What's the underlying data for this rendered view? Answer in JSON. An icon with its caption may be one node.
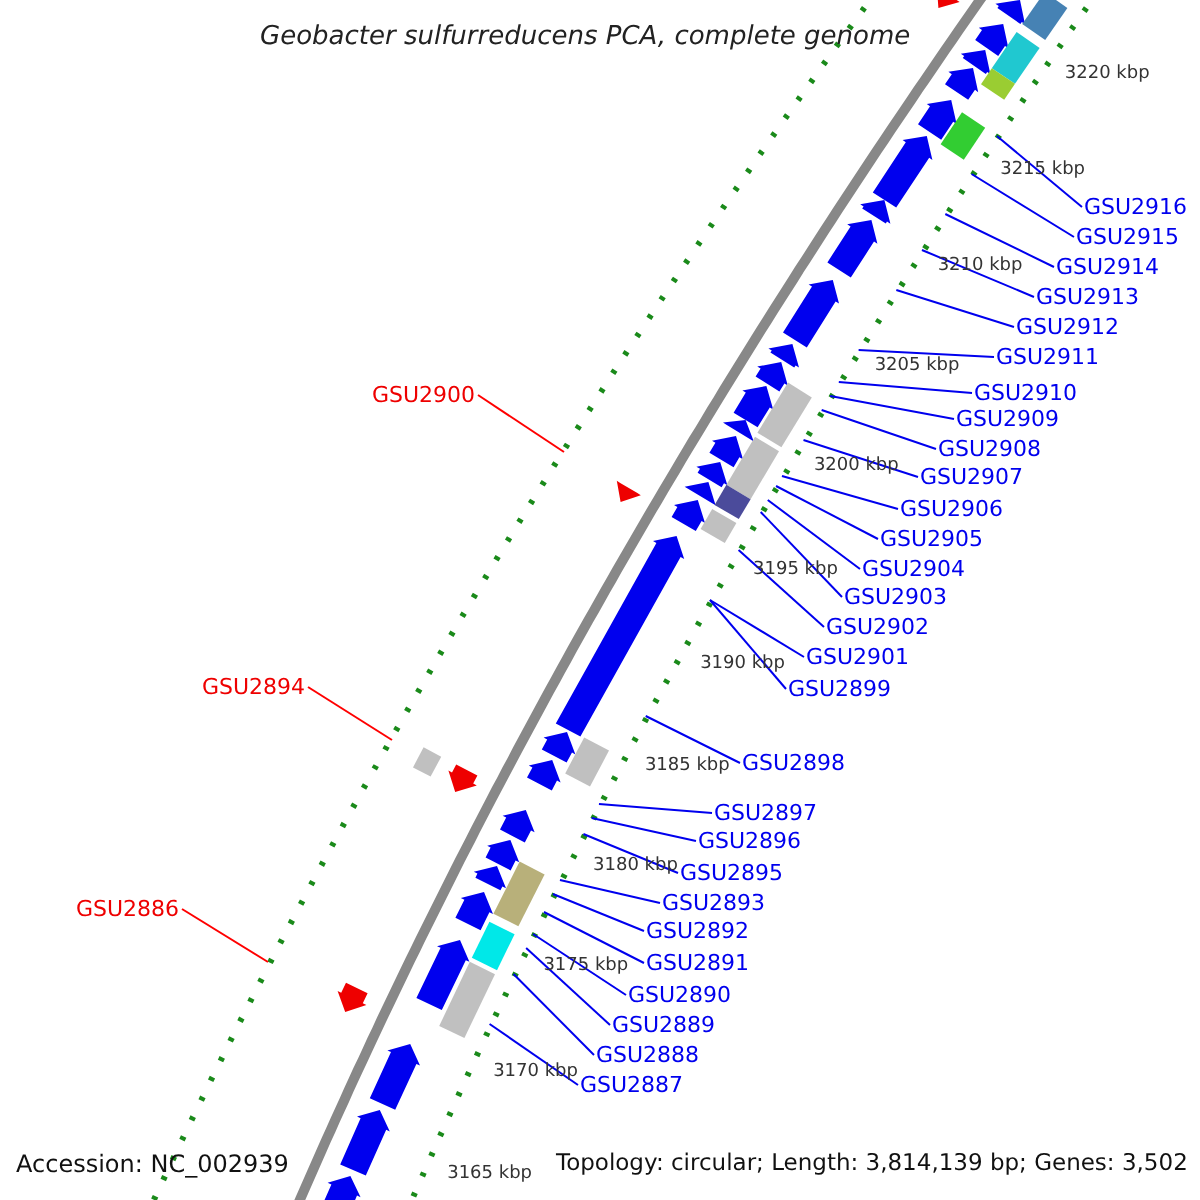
{
  "diagram": {
    "title": "Geobacter sulfurreducens PCA, complete genome",
    "nodes": [
      {
        "text": [
          "GSU2916"
        ]
      },
      {
        "text": [
          "GSU2915"
        ]
      },
      {
        "text": [
          "GSU2914"
        ]
      },
      {
        "text": [
          "GSU2913"
        ]
      },
      {
        "text": [
          "GSU2912"
        ]
      },
      {
        "text": [
          "GSU2911"
        ]
      },
      {
        "text": [
          "GSU2900"
        ]
      },
      {
        "text": [
          "GSU2910"
        ]
      },
      {
        "text": [
          "GSU2909"
        ]
      },
      {
        "text": [
          "GSU2908"
        ]
      },
      {
        "text": [
          "GSU2907"
        ]
      },
      {
        "text": [
          "GSU2906"
        ]
      },
      {
        "text": [
          "GSU2905"
        ]
      },
      {
        "text": [
          "GSU2904"
        ]
      },
      {
        "text": [
          "GSU2903"
        ]
      },
      {
        "text": [
          "GSU2902"
        ]
      },
      {
        "text": [
          "GSU2901"
        ]
      },
      {
        "text": [
          "GSU2894"
        ]
      },
      {
        "text": [
          "GSU2899"
        ]
      },
      {
        "text": [
          "GSU2898"
        ]
      },
      {
        "text": [
          "GSU2897"
        ]
      },
      {
        "text": [
          "GSU2896"
        ]
      },
      {
        "text": [
          "GSU2895"
        ]
      },
      {
        "text": [
          "GSU2893"
        ]
      },
      {
        "text": [
          "GSU2886"
        ]
      },
      {
        "text": [
          "GSU2892"
        ]
      },
      {
        "text": [
          "GSU2891"
        ]
      },
      {
        "text": [
          "GSU2890"
        ]
      },
      {
        "text": [
          "GSU2889"
        ]
      },
      {
        "text": [
          "GSU2888"
        ]
      },
      {
        "text": [
          "GSU2887"
        ]
      }
    ],
    "edges": [
      {
        "from": 0,
        "to": null,
        "arrow": "none"
      },
      {
        "from": 1,
        "to": null,
        "arrow": "none"
      },
      {
        "from": 2,
        "to": null,
        "arrow": "none"
      },
      {
        "from": 3,
        "to": null,
        "arrow": "none"
      },
      {
        "from": 4,
        "to": null,
        "arrow": "none"
      },
      {
        "from": 5,
        "to": null,
        "arrow": "none"
      },
      {
        "from": 6,
        "to": null,
        "arrow": "none",
        "color": "#ff0000"
      },
      {
        "from": 7,
        "to": null,
        "arrow": "none"
      },
      {
        "from": 8,
        "to": null,
        "arrow": "none"
      },
      {
        "from": 9,
        "to": null,
        "arrow": "none"
      },
      {
        "from": 10,
        "to": null,
        "arrow": "none"
      },
      {
        "from": 11,
        "to": null,
        "arrow": "none"
      },
      {
        "from": 12,
        "to": null,
        "arrow": "none"
      },
      {
        "from": 13,
        "to": null,
        "arrow": "none"
      },
      {
        "from": 14,
        "to": null,
        "arrow": "none"
      },
      {
        "from": 15,
        "to": null,
        "arrow": "none"
      },
      {
        "from": 16,
        "to": null,
        "arrow": "none"
      },
      {
        "from": 17,
        "to": null,
        "arrow": "none",
        "color": "#ff0000"
      },
      {
        "from": 18,
        "to": null,
        "arrow": "none"
      },
      {
        "from": 19,
        "to": null,
        "arrow": "none"
      },
      {
        "from": 20,
        "to": null,
        "arrow": "none"
      },
      {
        "from": 21,
        "to": null,
        "arrow": "none"
      },
      {
        "from": 22,
        "to": null,
        "arrow": "none"
      },
      {
        "from": 23,
        "to": null,
        "arrow": "none"
      },
      {
        "from": 24,
        "to": null,
        "arrow": "none",
        "color": "#ff0000"
      },
      {
        "from": 25,
        "to": null,
        "arrow": "none"
      },
      {
        "from": 26,
        "to": null,
        "arrow": "none"
      },
      {
        "from": 27,
        "to": null,
        "arrow": "none"
      },
      {
        "from": 28,
        "to": null,
        "arrow": "none"
      },
      {
        "from": 29,
        "to": null,
        "arrow": "none"
      },
      {
        "from": 30,
        "to": null,
        "arrow": "none"
      }
    ],
    "labels": [
      "3220 kbp",
      "3215 kbp",
      "3210 kbp",
      "3205 kbp",
      "3200 kbp",
      "3195 kbp",
      "3190 kbp",
      "3185 kbp",
      "3180 kbp",
      "3175 kbp",
      "3170 kbp",
      "3165 kbp",
      "Accession: NC_002939",
      "Topology: circular; Length: 3,814,139 bp; Genes: 3,502"
    ]
  }
}
